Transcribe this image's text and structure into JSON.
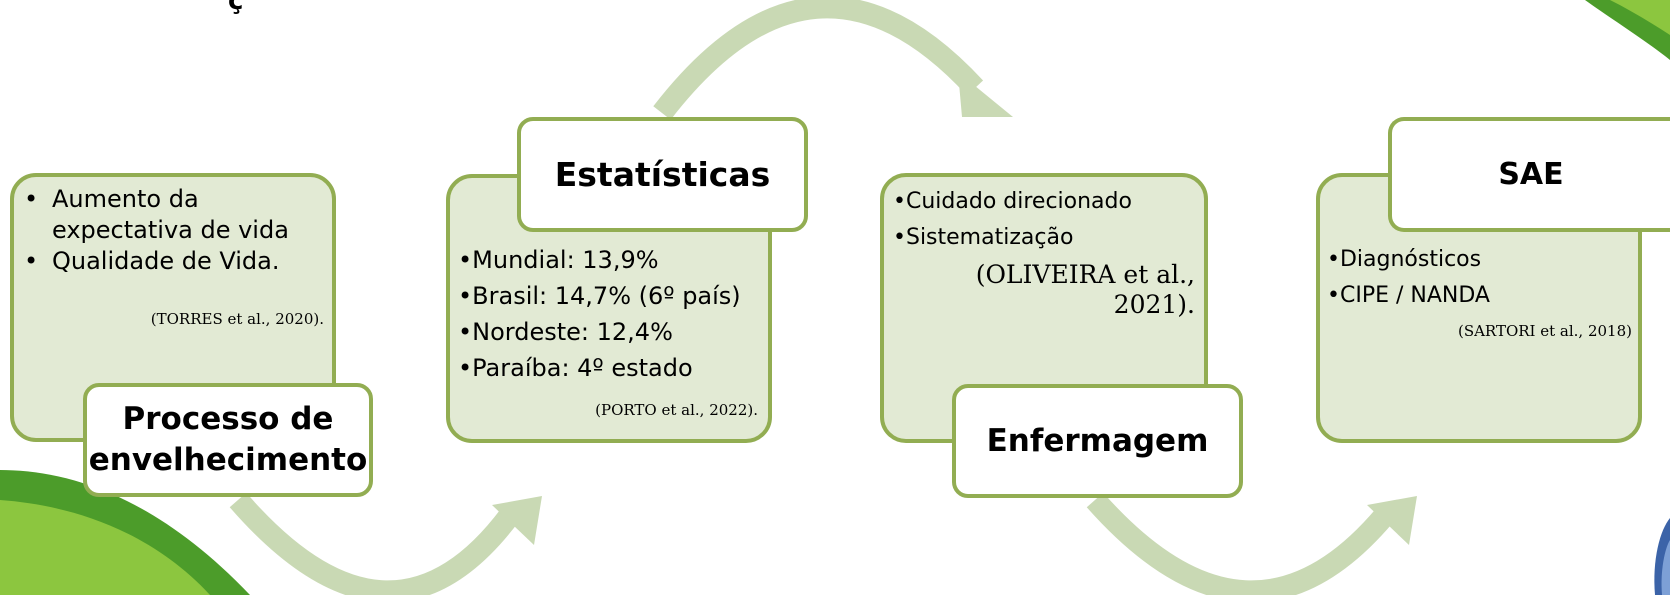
{
  "diagram": {
    "colors": {
      "box_fill": "#e2ead4",
      "box_border": "#92ad52",
      "arrow": "#c9d9b4",
      "corner_green_dark": "#4c9c2a",
      "corner_green_light": "#8cc63f",
      "decor_blue": "#3b63a8"
    },
    "stages": [
      {
        "title_lines": [
          "Processo de",
          "envelhecimento"
        ],
        "bullets": [
          "Aumento da expectativa de vida",
          "Qualidade de Vida."
        ],
        "citation": "(TORRES et al., 2020)."
      },
      {
        "title_lines": [
          "Estatísticas"
        ],
        "bullets": [
          "Mundial: 13,9%",
          "Brasil: 14,7% (6º país)",
          "Nordeste: 12,4%",
          "Paraíba: 4º estado"
        ],
        "citation": "(PORTO et al., 2022)."
      },
      {
        "title_lines": [
          "Enfermagem"
        ],
        "bullets": [
          "Cuidado direcionado",
          "Sistematização"
        ],
        "citation_lines": [
          "(OLIVEIRA et al.,",
          "2021)."
        ]
      },
      {
        "title_lines": [
          "SAE"
        ],
        "bullets": [
          "Diagnósticos",
          "CIPE / NANDA"
        ],
        "citation": "(SARTORI et al., 2018)"
      }
    ],
    "partial_top_text": "ç"
  }
}
